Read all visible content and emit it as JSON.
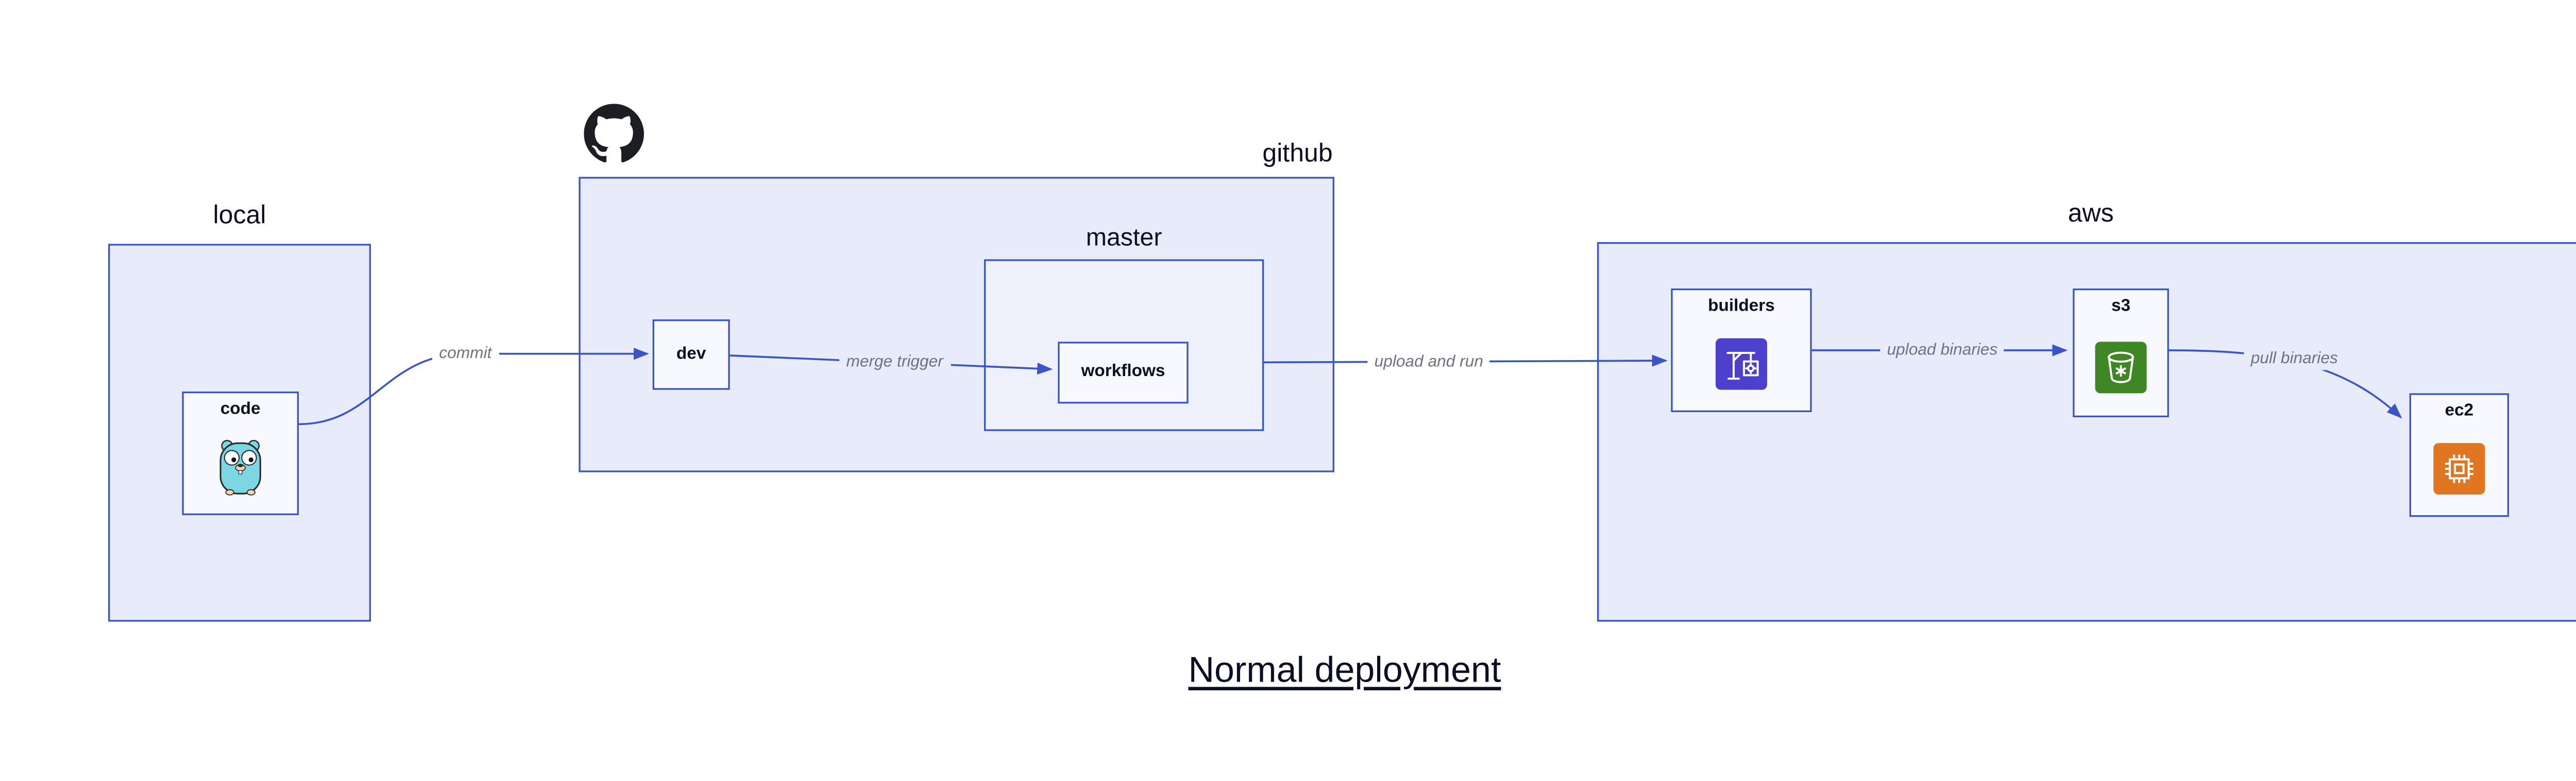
{
  "diagram": {
    "title": "Normal deployment",
    "groups": {
      "local": {
        "label": "local",
        "children": {
          "code": {
            "label": "code",
            "icon": "go-gopher-icon"
          }
        }
      },
      "github": {
        "label": "github",
        "logo": "github-octocat-icon",
        "children": {
          "dev": {
            "label": "dev"
          },
          "master": {
            "label": "master",
            "children": {
              "workflows": {
                "label": "workflows"
              }
            }
          }
        }
      },
      "aws": {
        "label": "aws",
        "children": {
          "builders": {
            "label": "builders",
            "icon": "aws-codebuild-crane-icon"
          },
          "s3": {
            "label": "s3",
            "icon": "aws-s3-bucket-icon"
          },
          "ec2": {
            "label": "ec2",
            "icon": "aws-ec2-chip-icon"
          }
        }
      }
    },
    "edges": [
      {
        "from": "local.code",
        "to": "github.dev",
        "label": "commit"
      },
      {
        "from": "github.dev",
        "to": "github.master.workflows",
        "label": "merge trigger"
      },
      {
        "from": "github.master",
        "to": "aws.builders",
        "label": "upload and run"
      },
      {
        "from": "aws.builders",
        "to": "aws.s3",
        "label": "upload binaries"
      },
      {
        "from": "aws.s3",
        "to": "aws.ec2",
        "label": "pull binaries"
      }
    ],
    "colors": {
      "group_fill": "#E7EBFA",
      "subgroup_fill": "#EEF1FC",
      "node_fill": "#F7F9FE",
      "stroke_blue": "#3C55C6",
      "edge_label_gray": "#6B7384",
      "label_dark": "#0A0F25",
      "gopher_teal": "#7CD6E4",
      "codebuild_indigo": "#4C40CC",
      "s3_green": "#3F8624",
      "ec2_orange": "#E07522",
      "github_black": "#1B1F23"
    }
  }
}
